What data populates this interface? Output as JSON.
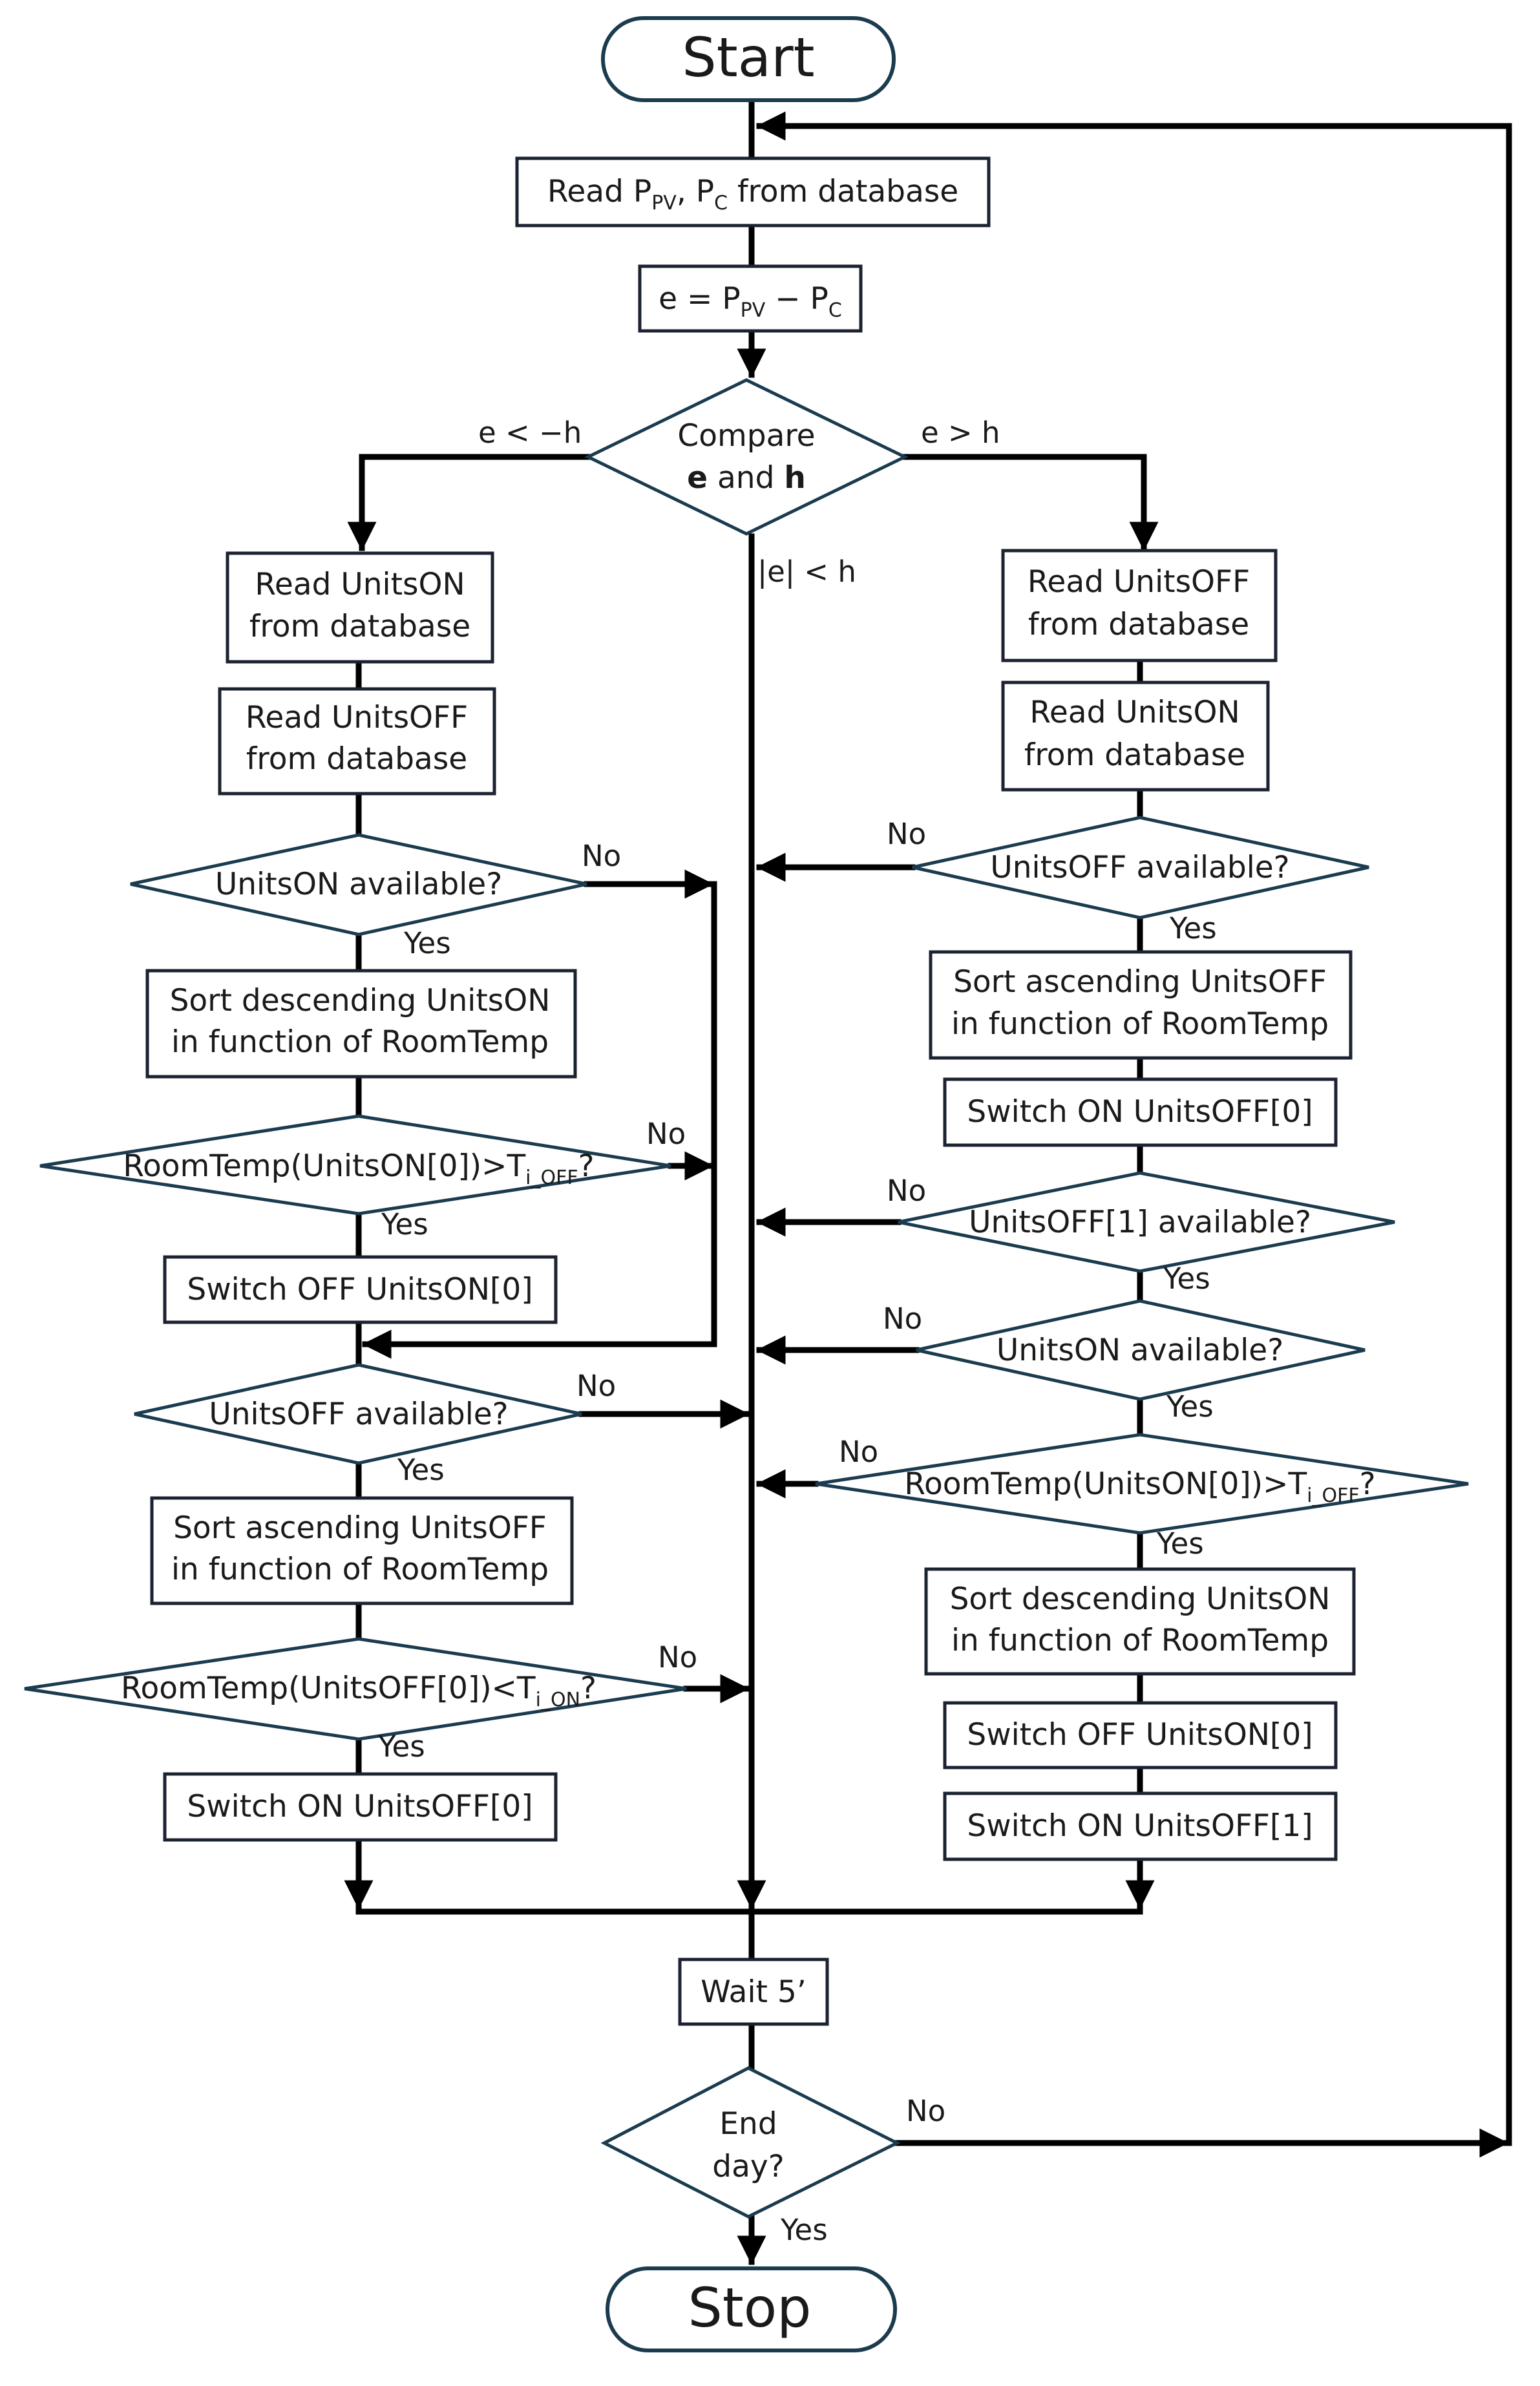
{
  "nodes": {
    "start": "Start",
    "read_ppv": {
      "a": "Read P",
      "a_sub": "PV",
      "b": ", P",
      "b_sub": "C",
      "c": " from database"
    },
    "error": {
      "a": "e = P",
      "a_sub": "PV",
      "b": " − P",
      "b_sub": "C"
    },
    "compare": {
      "line1": "Compare",
      "bold1": "e",
      "mid": " and ",
      "bold2": "h"
    },
    "l_read_on": {
      "line1": "Read UnitsON",
      "line2": "from database"
    },
    "l_read_off": {
      "line1": "Read UnitsOFF",
      "line2": "from database"
    },
    "l_on_avail": "UnitsON available?",
    "l_sort_desc": {
      "line1": "Sort descending UnitsON",
      "line2": "in function of RoomTemp"
    },
    "l_temp_off": {
      "a": "RoomTemp(UnitsON[0])>T",
      "a_sub": "i_OFF",
      "b": "?"
    },
    "l_switch_off": "Switch OFF UnitsON[0]",
    "l_off_avail": "UnitsOFF available?",
    "l_sort_asc": {
      "line1": "Sort ascending UnitsOFF",
      "line2": "in function of RoomTemp"
    },
    "l_temp_on": {
      "a": "RoomTemp(UnitsOFF[0])<T",
      "a_sub": "i_ON",
      "b": "?"
    },
    "l_switch_on": "Switch ON UnitsOFF[0]",
    "r_read_off": {
      "line1": "Read UnitsOFF",
      "line2": "from database"
    },
    "r_read_on": {
      "line1": "Read UnitsON",
      "line2": "from database"
    },
    "r_off_avail": "UnitsOFF available?",
    "r_sort_asc": {
      "line1": "Sort ascending UnitsOFF",
      "line2": "in function of RoomTemp"
    },
    "r_switch_on0": "Switch ON UnitsOFF[0]",
    "r_off1_avail": "UnitsOFF[1] available?",
    "r_on_avail": "UnitsON available?",
    "r_temp_off": {
      "a": "RoomTemp(UnitsON[0])>T",
      "a_sub": "i_OFF",
      "b": "?"
    },
    "r_sort_desc": {
      "line1": "Sort descending UnitsON",
      "line2": "in function of RoomTemp"
    },
    "r_switch_off": "Switch OFF UnitsON[0]",
    "r_switch_on1": "Switch ON UnitsOFF[1]",
    "wait": "Wait 5’",
    "end_day": {
      "line1": "End",
      "line2": "day?"
    },
    "stop": "Stop"
  },
  "edges": {
    "e_less": "e < −h",
    "e_greater": "e > h",
    "e_abs": "|e| < h",
    "yes": "Yes",
    "no": "No"
  }
}
